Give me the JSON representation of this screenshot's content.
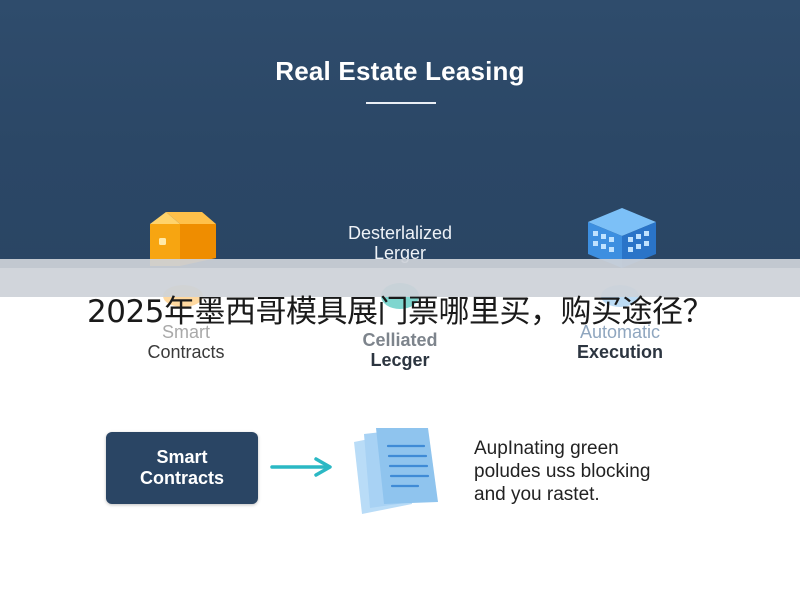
{
  "diagram": {
    "title": "Real Estate Leasing",
    "columns": [
      {
        "top_label": [
          "",
          ""
        ],
        "lower_label": [
          "Smart",
          "Contracts"
        ],
        "icon": "orange-cube-icon",
        "icon_color": "#f5a00a"
      },
      {
        "top_label": [
          "Desterlalized",
          "Lerger"
        ],
        "lower_label": [
          "Celliated",
          "Lecger"
        ],
        "icon": "teal-circle-icon",
        "icon_color": "#55c9c0"
      },
      {
        "top_label": [
          "",
          ""
        ],
        "lower_label": [
          "Automatic",
          "Execution"
        ],
        "icon": "blue-building-cube-icon",
        "icon_color": "#3d8fe0"
      }
    ],
    "flow": {
      "box_label": [
        "Smart",
        "Contracts"
      ],
      "arrow_icon": "right-arrow-icon",
      "document_icon": "document-stack-icon",
      "note_lines": [
        "AupInating green",
        "poludes uss blocking",
        "and you rastet."
      ]
    },
    "colors": {
      "header_bg": "#2b4766",
      "box_bg": "#2a4564",
      "arrow": "#2bb8c4",
      "document": "#8fc4ee"
    }
  },
  "banner": {
    "text": "2025年墨西哥模具展门票哪里买，购买途径？"
  }
}
